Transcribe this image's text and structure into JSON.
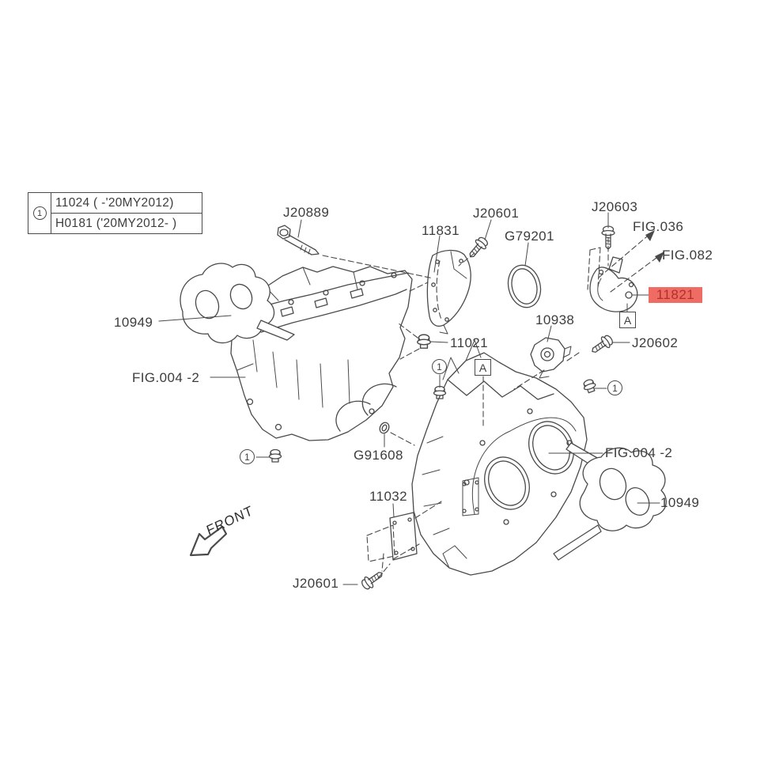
{
  "colors": {
    "line": "#4a4a4a",
    "text": "#3d3d3d",
    "highlight_bg": "#ee6c63",
    "highlight_text": "#b23029",
    "background": "#ffffff"
  },
  "legend": {
    "callout": "1",
    "rows": [
      "11024 ( -'20MY2012)",
      "H0181 ('20MY2012- )"
    ]
  },
  "labels": {
    "j20889": "J20889",
    "p11831": "11831",
    "j20601_top": "J20601",
    "g79201": "G79201",
    "j20603": "J20603",
    "fig_036": "FIG.036",
    "fig_082": "FIG.082",
    "p11821": "11821",
    "p10938": "10938",
    "j20602": "J20602",
    "p10949_left": "10949",
    "fig_004_left": "FIG.004 -2",
    "p11021": "11021",
    "g91608": "G91608",
    "fig_004_right": "FIG.004 -2",
    "p10949_right": "10949",
    "p11032": "11032",
    "j20601_bottom": "J20601",
    "front": "FRONT",
    "callout_1": "1",
    "ref_a": "A"
  }
}
